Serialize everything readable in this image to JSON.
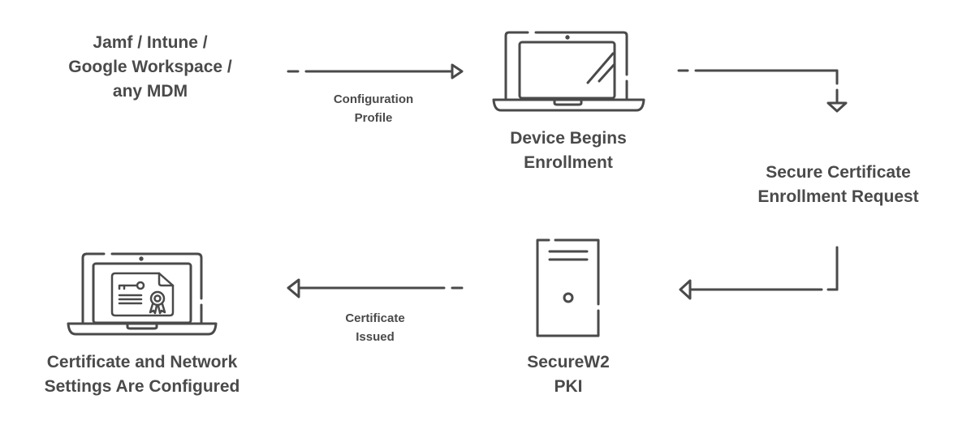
{
  "nodes": {
    "mdm": {
      "lines": [
        "Jamf / Intune /",
        "Google Workspace /",
        "any MDM"
      ]
    },
    "device": {
      "lines": [
        "Device Begins",
        "Enrollment"
      ],
      "icon": "laptop-icon"
    },
    "request": {
      "lines": [
        "Secure Certificate",
        "Enrollment Request"
      ]
    },
    "pki": {
      "lines": [
        "SecureW2",
        "PKI"
      ],
      "icon": "server-icon"
    },
    "configured": {
      "lines": [
        "Certificate and Network",
        "Settings Are Configured"
      ],
      "icon": "laptop-certificate-icon"
    }
  },
  "edges": {
    "config_profile": {
      "lines": [
        "Configuration",
        "Profile"
      ]
    },
    "cert_issued": {
      "lines": [
        "Certificate",
        "Issued"
      ]
    }
  },
  "colors": {
    "stroke": "#4a4a4a",
    "text": "#4a4a4a",
    "background": "#ffffff"
  }
}
